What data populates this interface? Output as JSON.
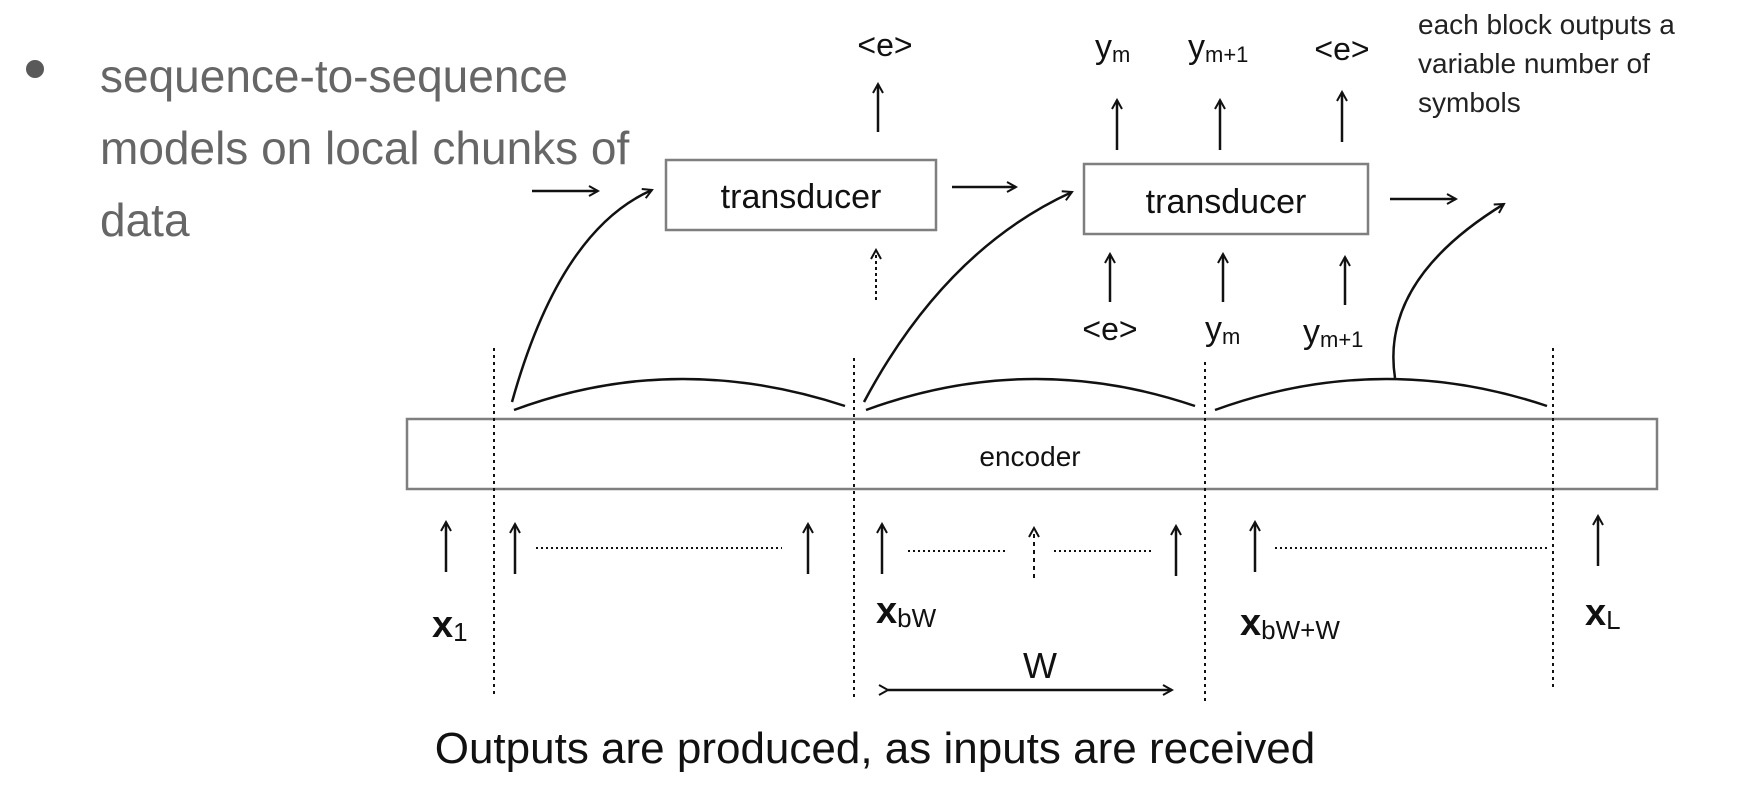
{
  "bullet": {
    "text": "sequence-to-sequence models on local chunks of data"
  },
  "diagram": {
    "transducer_label": "transducer",
    "encoder_label": "encoder",
    "end_symbol": "<e>",
    "y_base": "y",
    "sub_m": "m",
    "sub_m1": "m+1",
    "x_base": "x",
    "sub_1": "1",
    "sub_bW": "bW",
    "sub_bWW": "bW+W",
    "sub_L": "L",
    "window_label": "W",
    "annotation": [
      "each block outputs a",
      "variable number of",
      "symbols"
    ],
    "caption": "Outputs are produced, as inputs are received"
  },
  "colors": {
    "box_stroke": "#7f7f7f",
    "line": "#111111",
    "bullet_text": "#666666"
  }
}
